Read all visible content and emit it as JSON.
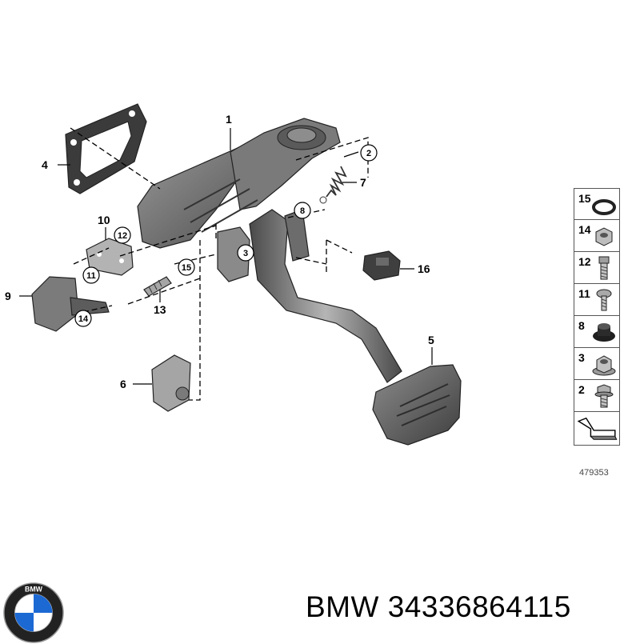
{
  "callouts": {
    "c1": "1",
    "c2": "2",
    "c3": "3",
    "c4": "4",
    "c5": "5",
    "c6": "6",
    "c7": "7",
    "c8": "8",
    "c9": "9",
    "c10": "10",
    "c11": "11",
    "c12": "12",
    "c13": "13",
    "c14": "14",
    "c15": "15",
    "c16": "16"
  },
  "legend": [
    {
      "number": "15",
      "icon": "o-ring-icon"
    },
    {
      "number": "14",
      "icon": "hex-nut-icon"
    },
    {
      "number": "12",
      "icon": "hex-bolt-icon"
    },
    {
      "number": "11",
      "icon": "torx-screw-icon"
    },
    {
      "number": "8",
      "icon": "rubber-bushing-icon"
    },
    {
      "number": "3",
      "icon": "flange-nut-icon"
    },
    {
      "number": "2",
      "icon": "flange-bolt-icon"
    }
  ],
  "figure_id": "479353",
  "brand": "BMW",
  "part_number": "34336864115",
  "colors": {
    "part_dark": "#3c3c3c",
    "part_mid": "#6e6e6e",
    "part_light": "#a9a9a9",
    "logo_blue": "#1c69d4"
  }
}
